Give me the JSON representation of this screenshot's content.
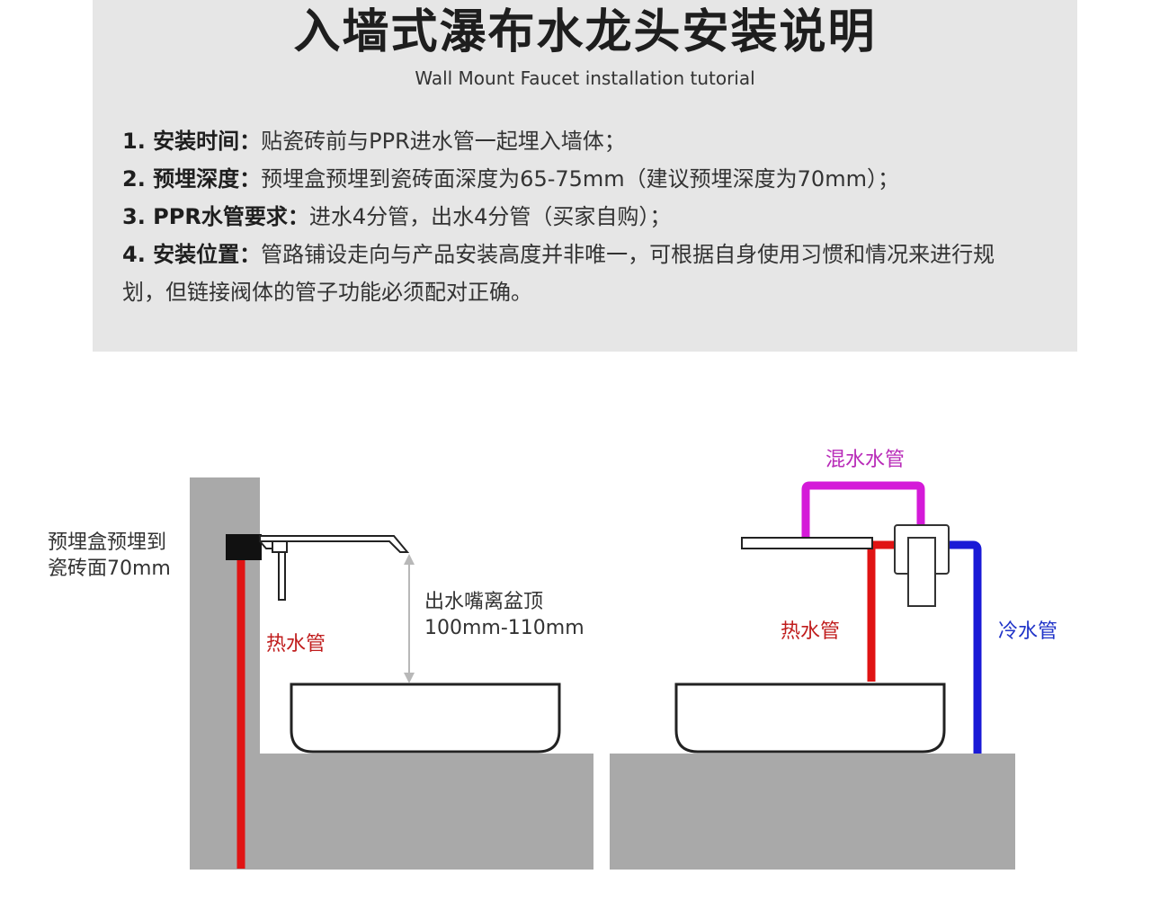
{
  "header": {
    "title": "入墙式瀑布水龙头安装说明",
    "subtitle": "Wall Mount Faucet installation tutorial"
  },
  "instructions": [
    {
      "label": "1. 安装时间：",
      "text": "贴瓷砖前与PPR进水管一起埋入墙体；"
    },
    {
      "label": "2. 预埋深度：",
      "text": "预埋盒预埋到瓷砖面深度为65-75mm（建议预埋深度为70mm）；"
    },
    {
      "label": "3. PPR水管要求：",
      "text": "进水4分管，出水4分管（买家自购）；"
    },
    {
      "label": "4. 安装位置：",
      "text": "管路铺设走向与产品安装高度并非唯一，可根据自身使用习惯和情况来进行规划，但链接阀体的管子功能必须配对正确。"
    }
  ],
  "left_diagram": {
    "embed_label_line1": "预埋盒预埋到",
    "embed_label_line2": "瓷砖面70mm",
    "hot_pipe_label": "热水管",
    "spout_height_line1": "出水嘴离盆顶",
    "spout_height_line2": "100mm-110mm"
  },
  "right_diagram": {
    "mixed_pipe_label": "混水水管",
    "hot_pipe_label": "热水管",
    "cold_pipe_label": "冷水管"
  },
  "colors": {
    "panel_bg": "#e6e6e6",
    "wall_gray": "#a9a9a9",
    "hot_pipe": "#e01414",
    "cold_pipe": "#1a1ad6",
    "mixed_pipe": "#d41ad8",
    "label_red": "#c01c1c",
    "label_blue": "#1e32c8",
    "label_magenta": "#b82ab8"
  }
}
